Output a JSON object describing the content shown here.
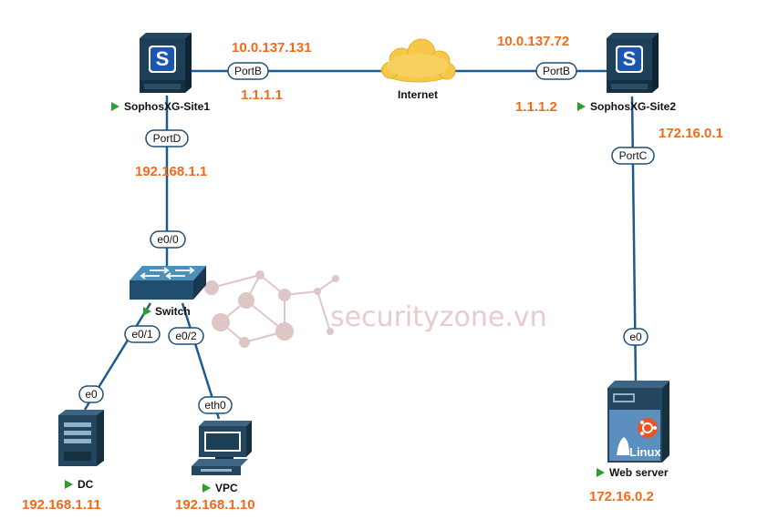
{
  "colors": {
    "link": "#1f5a8a",
    "ip_text": "#f26a1b",
    "port_border": "#1f4e79",
    "device_dark": "#1e3f58",
    "sophos_blue": "#1a57b0",
    "play_green": "#2e9e2e"
  },
  "cloud": {
    "label": "Internet",
    "icon": "cloud-icon"
  },
  "site1": {
    "name": "SophosXG-Site1",
    "icon": "sophos-firewall-icon",
    "wan_ip": "10.0.137.131",
    "wan_port": "PortB",
    "public_ip": "1.1.1.1",
    "lan_port": "PortD",
    "lan_ip": "192.168.1.1"
  },
  "site2": {
    "name": "SophosXG-Site2",
    "icon": "sophos-firewall-icon",
    "wan_ip": "10.0.137.72",
    "wan_port": "PortB",
    "public_ip": "1.1.1.2",
    "lan_port": "PortC",
    "lan_ip": "172.16.0.1"
  },
  "switch": {
    "name": "Switch",
    "icon": "switch-icon",
    "uplink_port": "e0/0",
    "port_dc": "e0/1",
    "port_vpc": "e0/2"
  },
  "dc": {
    "name": "DC",
    "icon": "server-tower-icon",
    "port": "e0",
    "ip": "192.168.1.11"
  },
  "vpc": {
    "name": "VPC",
    "icon": "desktop-computer-icon",
    "port": "eth0",
    "ip": "192.168.1.10"
  },
  "webserver": {
    "name": "Web server",
    "icon": "linux-server-icon",
    "port": "e0",
    "ip": "172.16.0.2",
    "logo_text": "Linux"
  },
  "watermark": {
    "text": "securityzone.vn",
    "icon": "network-nodes-icon"
  }
}
